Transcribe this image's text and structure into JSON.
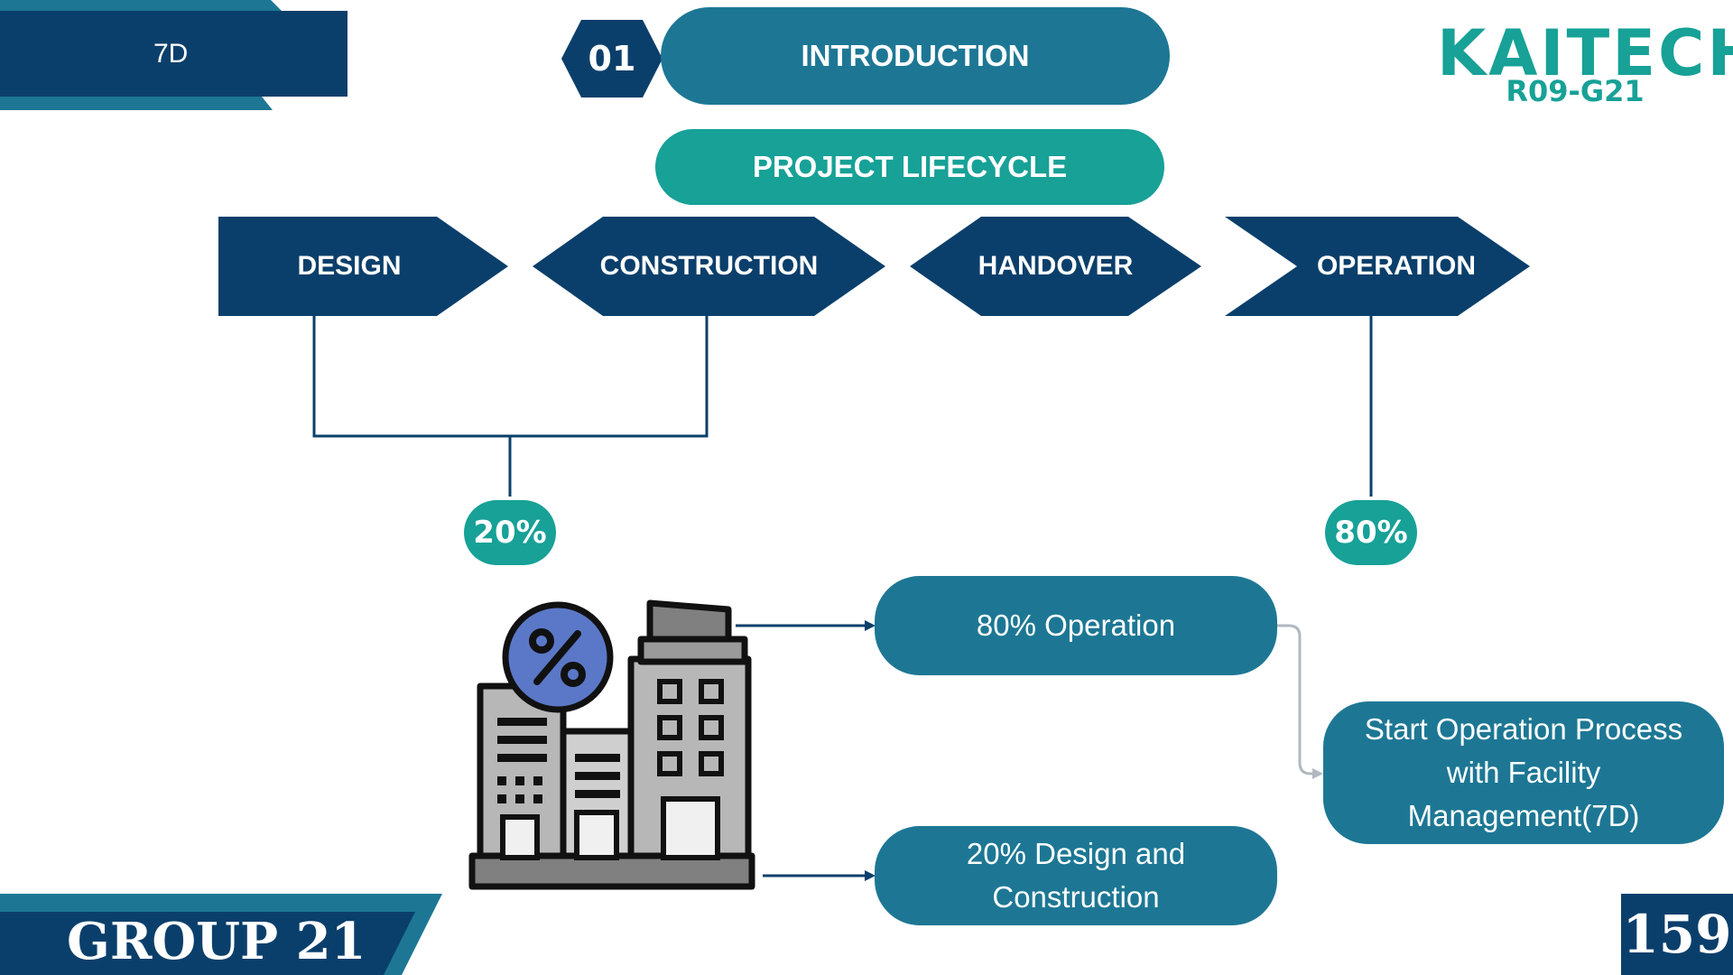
{
  "header": {
    "tag": "7D",
    "section_number": "01",
    "section_title": "INTRODUCTION"
  },
  "lifecycle": {
    "title": "PROJECT LIFECYCLE",
    "steps": [
      "DESIGN",
      "CONSTRUCTION",
      "HANDOVER",
      "OPERATION"
    ]
  },
  "percentages": {
    "design_construction": "20%",
    "operation": "80%"
  },
  "boxes": {
    "operation": "80% Operation",
    "design_construction": "20% Design and Construction",
    "facility": "Start Operation Process with Facility Management(7D)"
  },
  "logo": {
    "brand": "KAITECH",
    "code": "R09-G21"
  },
  "footer": {
    "group": "GROUP 21",
    "page": "159"
  },
  "colors": {
    "navy": "#0b3f6b",
    "teal": "#1d7794",
    "green": "#17a197"
  },
  "icons": [
    "building-percent-icon"
  ]
}
